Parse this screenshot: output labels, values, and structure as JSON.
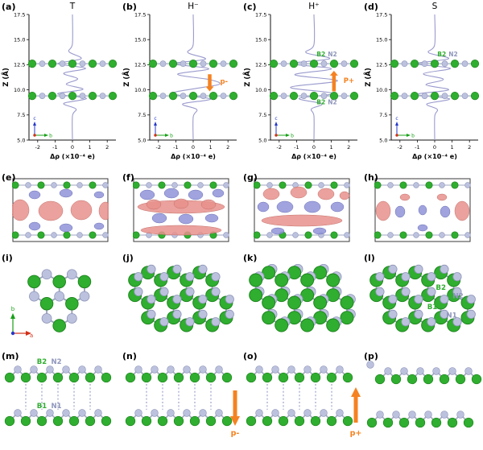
{
  "figure": {
    "panel_letters": [
      "(a)",
      "(b)",
      "(c)",
      "(d)",
      "(e)",
      "(f)",
      "(g)",
      "(h)",
      "(i)",
      "(j)",
      "(k)",
      "(l)",
      "(m)",
      "(n)",
      "(o)",
      "(p)"
    ]
  },
  "axes_icons": {
    "row1": {
      "up": "c",
      "right": "b"
    },
    "row3": {
      "up": "b",
      "right": "a"
    }
  },
  "labels": {
    "row3_l": {
      "b2": "B2",
      "n2": "N2",
      "b1": "B1",
      "n1": "N1"
    },
    "row4_m": {
      "b2": "B2",
      "n2": "N2",
      "b1": "B1",
      "n1": "N1"
    },
    "row4_n_arrow": "p-",
    "row4_o_arrow": "p+"
  },
  "colors": {
    "boron_green": "#2fae2f",
    "nitrogen_gray": "#bcc2de",
    "curve": "#9a9ace",
    "arrow_orange": "#f58220",
    "iso_red": "#e8918c",
    "iso_blue": "#8f93d8"
  },
  "chart_data": [
    {
      "type": "line",
      "panel": "(a)",
      "title": "T",
      "xlabel": "Δρ (×10⁻⁴ e)",
      "ylabel": "Z (Å)",
      "xlim": [
        -2.5,
        2.5
      ],
      "ylim": [
        5,
        17.5
      ],
      "xticks": [
        -2,
        -1,
        0,
        1,
        2
      ],
      "yticks": [
        5,
        7.5,
        10,
        12.5,
        15,
        17.5
      ],
      "grid": false,
      "atom_layers_z": [
        12.6,
        9.4
      ],
      "curve": [
        [
          0,
          17.5
        ],
        [
          0,
          14.6
        ],
        [
          -0.2,
          13.8
        ],
        [
          0.5,
          13.1
        ],
        [
          -0.85,
          12.6
        ],
        [
          0.75,
          12.15
        ],
        [
          -0.5,
          11.65
        ],
        [
          0.3,
          11.1
        ],
        [
          -0.35,
          10.55
        ],
        [
          0.6,
          10.05
        ],
        [
          -0.85,
          9.6
        ],
        [
          0.8,
          9.15
        ],
        [
          -0.5,
          8.65
        ],
        [
          0.2,
          8.1
        ],
        [
          0,
          7.4
        ],
        [
          0,
          5
        ]
      ],
      "arrow": null,
      "annotations": []
    },
    {
      "type": "line",
      "panel": "(b)",
      "title": "H⁻",
      "xlabel": "Δρ (×10⁻⁴ e)",
      "ylabel": "Z (Å)",
      "xlim": [
        -2.5,
        2.5
      ],
      "ylim": [
        5,
        17.5
      ],
      "xticks": [
        -2,
        -1,
        0,
        1,
        2
      ],
      "yticks": [
        5,
        7.5,
        10,
        12.5,
        15,
        17.5
      ],
      "grid": false,
      "atom_layers_z": [
        12.6,
        9.4
      ],
      "curve": [
        [
          0,
          17.5
        ],
        [
          0,
          14.5
        ],
        [
          -0.3,
          13.7
        ],
        [
          0.7,
          13.05
        ],
        [
          -1.15,
          12.6
        ],
        [
          0.9,
          12.1
        ],
        [
          -0.9,
          11.55
        ],
        [
          1,
          11
        ],
        [
          1.5,
          10.55
        ],
        [
          0.2,
          10.15
        ],
        [
          -1.25,
          9.6
        ],
        [
          1,
          9.1
        ],
        [
          -0.6,
          8.6
        ],
        [
          0.2,
          8.05
        ],
        [
          0,
          7.3
        ],
        [
          0,
          5
        ]
      ],
      "arrow": {
        "dir": "down",
        "x": 0.95,
        "z_from": 11.55,
        "z_to": 9.85,
        "label": "p-",
        "label_x": 1.55,
        "label_z": 10.6
      },
      "annotations": []
    },
    {
      "type": "line",
      "panel": "(c)",
      "title": "H⁺",
      "xlabel": "Δρ (×10⁻⁴ e)",
      "ylabel": "Z (Å)",
      "xlim": [
        -2.5,
        2.5
      ],
      "ylim": [
        5,
        17.5
      ],
      "xticks": [
        -2,
        -1,
        0,
        1,
        2
      ],
      "yticks": [
        5,
        7.5,
        10,
        12.5,
        15,
        17.5
      ],
      "grid": false,
      "atom_layers_z": [
        12.6,
        9.4
      ],
      "curve": [
        [
          0,
          17.5
        ],
        [
          0,
          14.5
        ],
        [
          -0.45,
          13.7
        ],
        [
          0.9,
          13.1
        ],
        [
          -1.3,
          12.6
        ],
        [
          1,
          12.1
        ],
        [
          -1.1,
          11.5
        ],
        [
          1.35,
          10.9
        ],
        [
          -1.35,
          10.25
        ],
        [
          1.1,
          9.65
        ],
        [
          -0.85,
          9.15
        ],
        [
          0.45,
          8.6
        ],
        [
          -0.15,
          8.1
        ],
        [
          0,
          7.4
        ],
        [
          0,
          5
        ]
      ],
      "arrow": {
        "dir": "up",
        "x": 1.15,
        "z_from": 9.85,
        "z_to": 11.9,
        "label": "P+",
        "label_x": 1.7,
        "label_z": 10.7
      },
      "annotations": [
        {
          "x": 0.15,
          "z": 13.35,
          "parts": [
            {
              "text": "B2",
              "color": "green"
            },
            {
              "text": "N2",
              "color": "gray"
            }
          ]
        },
        {
          "x": 0.15,
          "z": 8.55,
          "parts": [
            {
              "text": "B2",
              "color": "green"
            },
            {
              "text": "N2",
              "color": "gray"
            }
          ]
        }
      ]
    },
    {
      "type": "line",
      "panel": "(d)",
      "title": "S",
      "xlabel": "Δρ (×10⁻⁴ e)",
      "ylabel": "Z (Å)",
      "xlim": [
        -2.5,
        2.5
      ],
      "ylim": [
        5,
        17.5
      ],
      "xticks": [
        -2,
        -1,
        0,
        1,
        2
      ],
      "yticks": [
        5,
        7.5,
        10,
        12.5,
        15,
        17.5
      ],
      "grid": false,
      "atom_layers_z": [
        12.6,
        9.4
      ],
      "curve": [
        [
          0,
          17.5
        ],
        [
          0,
          14.5
        ],
        [
          -0.35,
          13.7
        ],
        [
          0.8,
          13.1
        ],
        [
          -1.05,
          12.6
        ],
        [
          0.9,
          12.15
        ],
        [
          -0.65,
          11.6
        ],
        [
          0.5,
          11.05
        ],
        [
          -0.5,
          10.5
        ],
        [
          0.8,
          10
        ],
        [
          -1,
          9.55
        ],
        [
          0.85,
          9.1
        ],
        [
          -0.45,
          8.6
        ],
        [
          0.15,
          8.05
        ],
        [
          0,
          7.35
        ],
        [
          0,
          5
        ]
      ],
      "arrow": null,
      "annotations": [
        {
          "x": 0.15,
          "z": 13.35,
          "parts": [
            {
              "text": "B2",
              "color": "green"
            },
            {
              "text": "N2",
              "color": "gray"
            }
          ]
        }
      ]
    }
  ]
}
